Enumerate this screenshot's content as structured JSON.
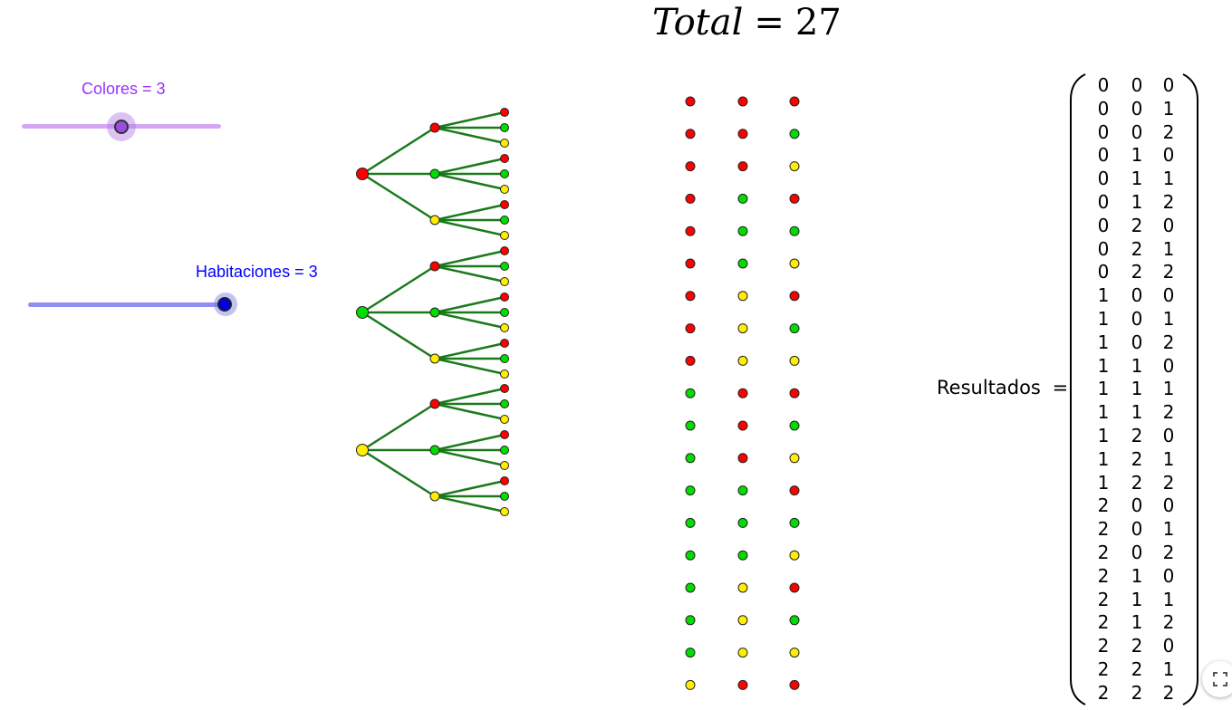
{
  "sliders": {
    "colores": {
      "label": "Colores = 3",
      "value": 3,
      "color": "#9933ff"
    },
    "habitaciones": {
      "label": "Habitaciones = 3",
      "value": 3,
      "color": "#0000ff"
    }
  },
  "total": {
    "word": "Total",
    "equals": "=",
    "value": "27"
  },
  "palette": [
    "#ff0000",
    "#00dd00",
    "#ffee00"
  ],
  "edge_color": "#1a7a1a",
  "results": {
    "label": "Resultados",
    "equals": "=",
    "rows": [
      [
        "0",
        "0",
        "0"
      ],
      [
        "0",
        "0",
        "1"
      ],
      [
        "0",
        "0",
        "2"
      ],
      [
        "0",
        "1",
        "0"
      ],
      [
        "0",
        "1",
        "1"
      ],
      [
        "0",
        "1",
        "2"
      ],
      [
        "0",
        "2",
        "0"
      ],
      [
        "0",
        "2",
        "1"
      ],
      [
        "0",
        "2",
        "2"
      ],
      [
        "1",
        "0",
        "0"
      ],
      [
        "1",
        "0",
        "1"
      ],
      [
        "1",
        "0",
        "2"
      ],
      [
        "1",
        "1",
        "0"
      ],
      [
        "1",
        "1",
        "1"
      ],
      [
        "1",
        "1",
        "2"
      ],
      [
        "1",
        "2",
        "0"
      ],
      [
        "1",
        "2",
        "1"
      ],
      [
        "1",
        "2",
        "2"
      ],
      [
        "2",
        "0",
        "0"
      ],
      [
        "2",
        "0",
        "1"
      ],
      [
        "2",
        "0",
        "2"
      ],
      [
        "2",
        "1",
        "0"
      ],
      [
        "2",
        "1",
        "1"
      ],
      [
        "2",
        "1",
        "2"
      ],
      [
        "2",
        "2",
        "0"
      ],
      [
        "2",
        "2",
        "1"
      ],
      [
        "2",
        "2",
        "2"
      ]
    ]
  },
  "dot_columns": {
    "visible_row_count": 19
  },
  "fullscreen": {
    "icon": "fullscreen-icon"
  }
}
